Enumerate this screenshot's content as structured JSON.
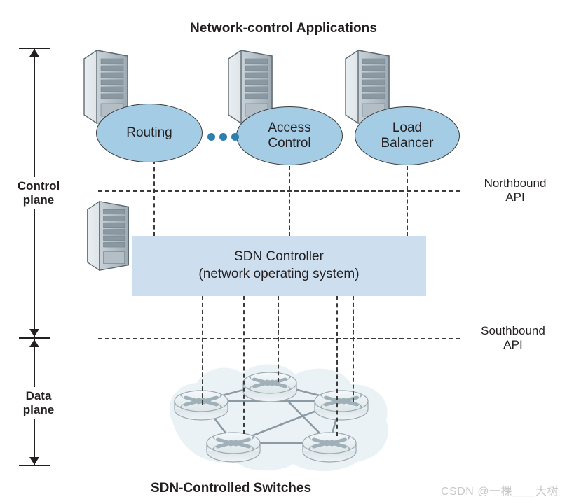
{
  "diagram": {
    "top_title": "Network-control Applications",
    "bottom_title": "SDN-Controlled Switches",
    "watermark": "CSDN @一棵＿＿大树"
  },
  "planes": {
    "control": {
      "line1": "Control",
      "line2": "plane"
    },
    "data": {
      "line1": "Data",
      "line2": "plane"
    }
  },
  "apps": [
    {
      "name": "routing",
      "line1": "Routing",
      "line2": ""
    },
    {
      "name": "access-control",
      "line1": "Access",
      "line2": "Control"
    },
    {
      "name": "load-balancer",
      "line1": "Load",
      "line2": "Balancer"
    }
  ],
  "ellipsis_dots": 3,
  "controller": {
    "line1": "SDN Controller",
    "line2": "(network operating system)"
  },
  "apis": {
    "northbound": {
      "line1": "Northbound",
      "line2": "API"
    },
    "southbound": {
      "line1": "Southbound",
      "line2": "API"
    }
  },
  "switch_count": 5,
  "colors": {
    "ellipse_fill": "#a4cce4",
    "controller_fill": "#cddfee",
    "cloud_fill": "#eaf2f6",
    "dot": "#2f7fae",
    "text": "#231f20",
    "dash": "#3b3b3b",
    "watermark": "#c8c8c8",
    "switch_body": "#e9eef1",
    "switch_link": "#8c9ba3"
  }
}
